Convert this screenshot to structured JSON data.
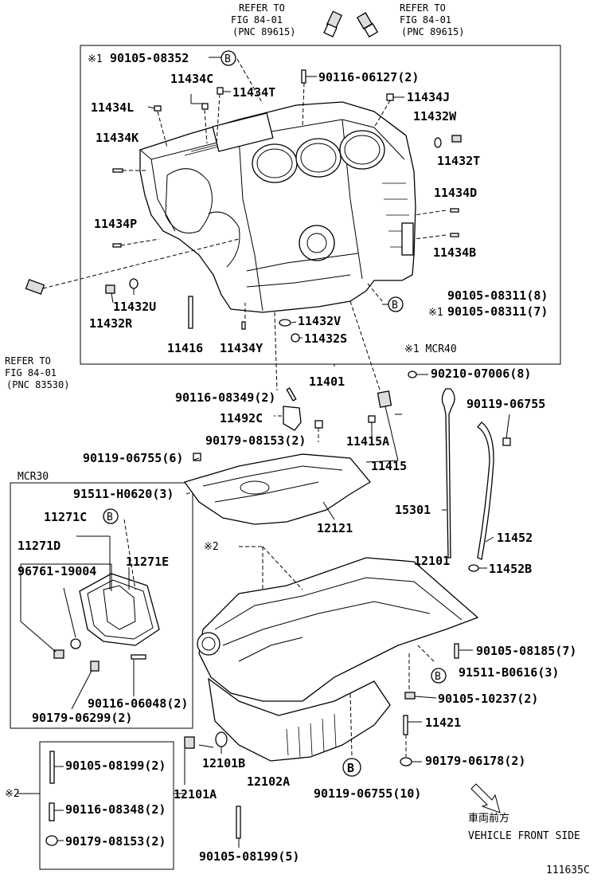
{
  "labels": {
    "ref_top_left": [
      "REFER TO",
      "FIG 84-01",
      "(PNC 89615)"
    ],
    "ref_top_right": [
      "REFER TO",
      "FIG 84-01",
      "(PNC 89615)"
    ],
    "ref_left": [
      "REFER TO",
      "FIG 84-01",
      "(PNC 83530)"
    ],
    "p_90105_08352": "90105-08352",
    "star1a": "※1",
    "p_11434C": "11434C",
    "p_11434T": "11434T",
    "p_90116_06127": "90116-06127(2)",
    "p_11434L": "11434L",
    "p_11434J": "11434J",
    "p_11432W": "11432W",
    "p_11434K": "11434K",
    "p_11432T": "11432T",
    "p_11434D": "11434D",
    "p_11434P": "11434P",
    "p_11434B": "11434B",
    "p_90105_08311_8": "90105-08311(8)",
    "p_90105_08311_7": "90105-08311(7)",
    "star1b": "※1",
    "p_11432U": "11432U",
    "p_11432R": "11432R",
    "p_11432V": "11432V",
    "p_11432S": "11432S",
    "p_11416": "11416",
    "p_11434Y": "11434Y",
    "mcr40": "※1 MCR40",
    "p_11401": "11401",
    "p_90210_07006": "90210-07006(8)",
    "p_90116_08349": "90116-08349(2)",
    "p_90119_06755a": "90119-06755",
    "p_11492C": "11492C",
    "p_90179_08153a": "90179-08153(2)",
    "p_11415A": "11415A",
    "p_90119_06755_6": "90119-06755(6)",
    "p_11415": "11415",
    "mcr30": "MCR30",
    "p_91511_H0620": "91511-H0620(3)",
    "p_15301": "15301",
    "p_11271C": "11271C",
    "p_12121": "12121",
    "p_11452": "11452",
    "p_11271D": "11271D",
    "star2a": "※2",
    "p_12101": "12101",
    "p_96761_19004": "96761-19004",
    "p_11271E": "11271E",
    "p_11452B": "11452B",
    "p_90105_08185": "90105-08185(7)",
    "p_91511_B0616": "91511-B0616(3)",
    "p_90105_10237": "90105-10237(2)",
    "p_90116_06048": "90116-06048(2)",
    "p_90179_06299": "90179-06299(2)",
    "p_11421": "11421",
    "p_90105_08199_2": "90105-08199(2)",
    "p_12101B": "12101B",
    "p_90179_06178": "90179-06178(2)",
    "p_12102A": "12102A",
    "star2b": "※2",
    "p_90116_08348": "90116-08348(2)",
    "p_12101A": "12101A",
    "p_90119_06755_10": "90119-06755(10)",
    "p_90179_08153b": "90179-08153(2)",
    "front_jp": "車両前方",
    "front_en": "VEHICLE FRONT SIDE",
    "p_90105_08199_5": "90105-08199(5)",
    "fig_code": "111635C",
    "circle_B": "B"
  }
}
